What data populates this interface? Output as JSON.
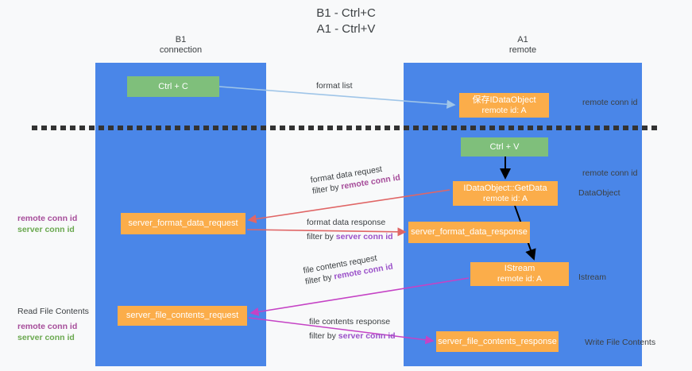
{
  "title": "B1 - Ctrl+C\nA1 - Ctrl+V",
  "lanes": [
    {
      "name": "B1",
      "sub": "connection",
      "head": "B1\nconnection"
    },
    {
      "name": "A1",
      "sub": "remote",
      "head": "A1\nremote"
    }
  ],
  "nodes": {
    "ctrl_c": {
      "line1": "Ctrl + C",
      "color": "#7fbf7b"
    },
    "idataobject": {
      "line1": "保存IDataObject",
      "line2": "remote id: A",
      "color": "#fbad4a"
    },
    "ctrl_v": {
      "line1": "Ctrl + V",
      "color": "#7fbf7b"
    },
    "getdata": {
      "line1": "IDataObject::GetData",
      "line2": "remote id: A",
      "color": "#fbad4a"
    },
    "server_format_data_request": {
      "line1": "server_format_data_request",
      "color": "#fbad4a"
    },
    "server_format_data_response": {
      "line1": "server_format_data_response",
      "color": "#fbad4a"
    },
    "istream": {
      "line1": "IStream",
      "line2": "remote id: A",
      "color": "#fbad4a"
    },
    "server_file_contents_request": {
      "line1": "server_file_contents_request",
      "color": "#fbad4a"
    },
    "server_file_contents_response": {
      "line1": "server_file_contents_response",
      "color": "#fbad4a"
    }
  },
  "edge_labels": {
    "format_list": "format list",
    "format_data_request": "format data request",
    "format_data_request_filter_prefix": "filter by ",
    "format_data_request_filter_key": "remote conn id",
    "format_data_response": "format data response",
    "format_data_response_filter_prefix": "filter by ",
    "format_data_response_filter_key": "server conn id",
    "file_contents_request": "file contents request",
    "file_contents_request_filter_prefix": "filter by ",
    "file_contents_request_filter_key": "remote conn id",
    "file_contents_response": "file contents response",
    "file_contents_response_filter_prefix": "filter by ",
    "file_contents_response_filter_key": "server conn id"
  },
  "annotations": {
    "left_top_remote": "remote conn id",
    "left_top_server": "server conn id",
    "read_file_contents": "Read File Contents",
    "left_bottom_remote": "remote conn id",
    "left_bottom_server": "server conn id",
    "right_remote_1": "remote conn id",
    "right_remote_2": "remote conn id",
    "data_object": "DataObject",
    "istream_label": "Istream",
    "write_file_contents": "Write File Contents"
  },
  "colors": {
    "lane": "#4a86e8",
    "green_node": "#7fbf7b",
    "orange_node": "#fbad4a",
    "purple": "#a64d9a",
    "violet": "#9b51c9",
    "green_text": "#6aa84f",
    "red_arrow": "#e06666",
    "blue_arrow": "#9fc5e8",
    "magenta_arrow": "#c543c5",
    "black_arrow": "#000000",
    "background": "#f8f9fa",
    "divider": "#333333"
  }
}
